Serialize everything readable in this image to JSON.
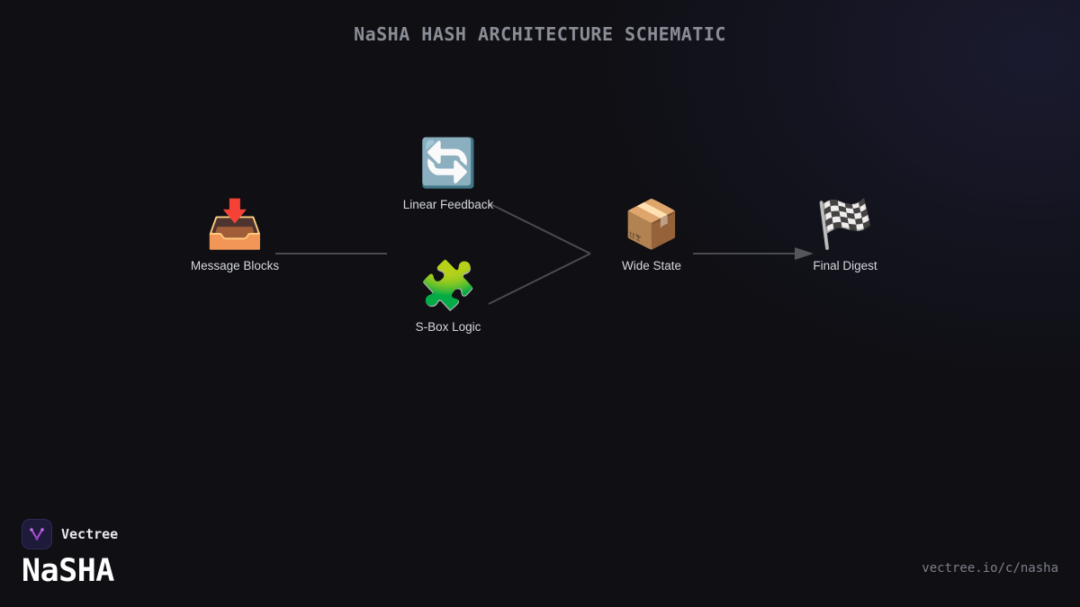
{
  "title": "NaSHA HASH ARCHITECTURE SCHEMATIC",
  "nodes": {
    "message_blocks": {
      "label": "Message Blocks",
      "icon": "📥",
      "icon_name": "inbox-tray-icon"
    },
    "linear_feedback": {
      "label": "Linear Feedback",
      "icon": "🔄",
      "icon_name": "arrows-cycle-icon"
    },
    "sbox_logic": {
      "label": "S-Box Logic",
      "icon": "🧩",
      "icon_name": "puzzle-piece-icon"
    },
    "wide_state": {
      "label": "Wide State",
      "icon": "📦",
      "icon_name": "package-box-icon"
    },
    "final_digest": {
      "label": "Final Digest",
      "icon": "🏁",
      "icon_name": "checkered-flag-icon"
    }
  },
  "brand": {
    "company": "Vectree",
    "product": "NaSHA",
    "logo_icon": "vectree-logo-icon"
  },
  "footer": {
    "url": "vectree.io/c/nasha"
  },
  "colors": {
    "background": "#0f0f14",
    "title": "#8a8d96",
    "label": "#d6d8de",
    "connector": "#4a4a50",
    "arrowhead": "#55565c",
    "logo_accent": "#b04ed8"
  }
}
